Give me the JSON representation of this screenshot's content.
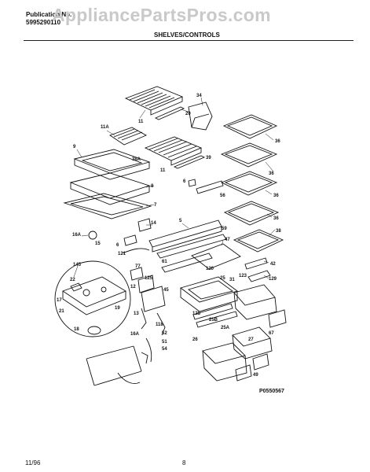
{
  "header": {
    "publication_label": "Publication No.",
    "publication_number": "5995290110",
    "watermark": "AppliancePartsPros.com",
    "section_title": "SHELVES/CONTROLS"
  },
  "diagram": {
    "figure_id": "P0550567",
    "callouts": [
      "34",
      "11",
      "20",
      "11A",
      "9",
      "36",
      "38A",
      "11",
      "39",
      "36",
      "6",
      "8",
      "36",
      "56",
      "7",
      "36",
      "5",
      "59",
      "14",
      "38",
      "16A",
      "15",
      "47",
      "6",
      "42",
      "121",
      "145",
      "61",
      "77",
      "120",
      "123",
      "129",
      "25",
      "31",
      "22",
      "125",
      "45",
      "12",
      "128",
      "17",
      "21",
      "13",
      "19",
      "25B",
      "25A",
      "18",
      "118",
      "52",
      "67",
      "16A",
      "51",
      "54",
      "26",
      "27",
      "49"
    ]
  },
  "footer": {
    "date": "11/96",
    "page": "8"
  },
  "colors": {
    "ink": "#111111",
    "watermark": "#c9c9c9",
    "background": "#ffffff"
  }
}
